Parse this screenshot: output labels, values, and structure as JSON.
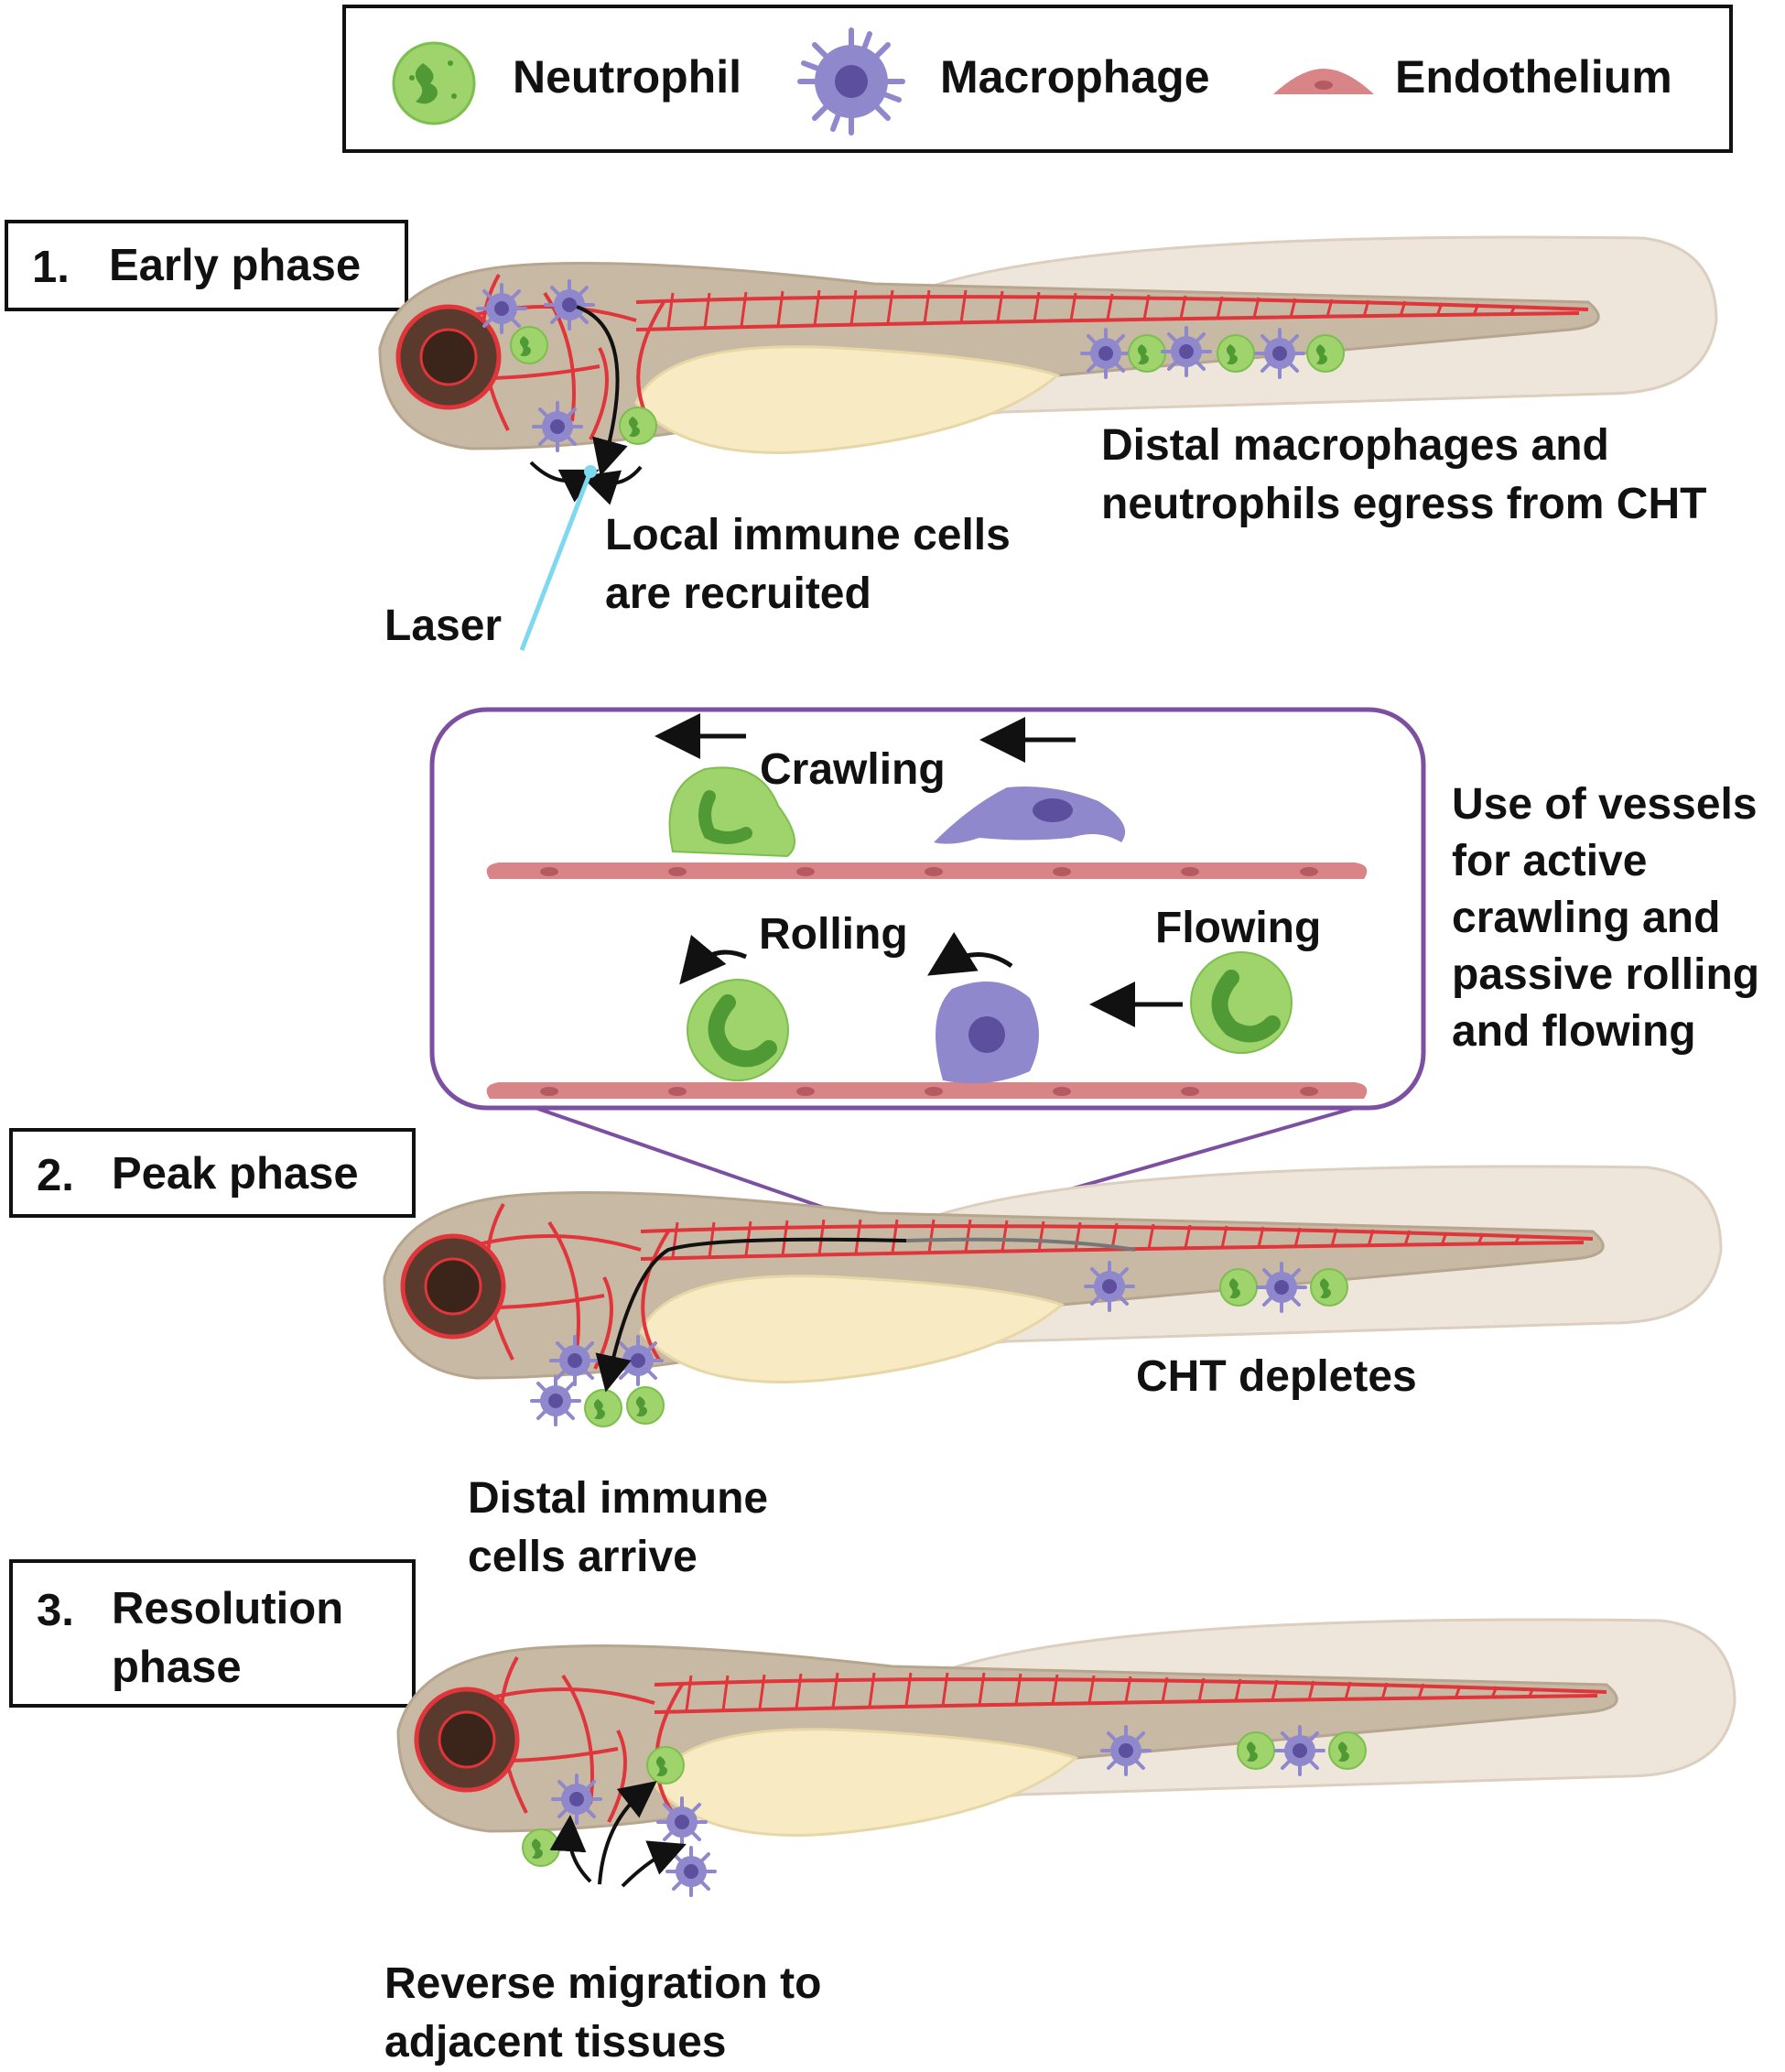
{
  "legend": {
    "neutrophil": "Neutrophil",
    "macrophage": "Macrophage",
    "endothelium": "Endothelium"
  },
  "phases": [
    {
      "number": "1.",
      "label": "Early phase"
    },
    {
      "number": "2.",
      "label": "Peak phase"
    },
    {
      "number": "3.",
      "label": "Resolution phase"
    }
  ],
  "annotations": {
    "distal_egress": "Distal macrophages and neutrophils egress from CHT",
    "local_recruited": "Local immune cells are recruited",
    "laser": "Laser",
    "vessels_use": "Use of vessels for active crawling and passive rolling and flowing",
    "cht_depletes": "CHT depletes",
    "distal_arrive": "Distal immune cells arrive",
    "reverse_migration": "Reverse migration to adjacent tissues"
  },
  "inset": {
    "crawling": "Crawling",
    "rolling": "Rolling",
    "flowing": "Flowing"
  },
  "colors": {
    "neutrophil_fill": "#9fd36b",
    "neutrophil_nucleus": "#4f9a35",
    "macrophage_fill": "#8f88cc",
    "macrophage_nucleus": "#5b4f9e",
    "endothelium": "#d98487",
    "vessel": "#e0353a",
    "body": "#c8b9a4",
    "fin": "#efe6db",
    "yolk": "#f8eac2",
    "eye": "#5a3a2c",
    "inset_border": "#7d4fa0",
    "laser": "#7dd8f0"
  }
}
